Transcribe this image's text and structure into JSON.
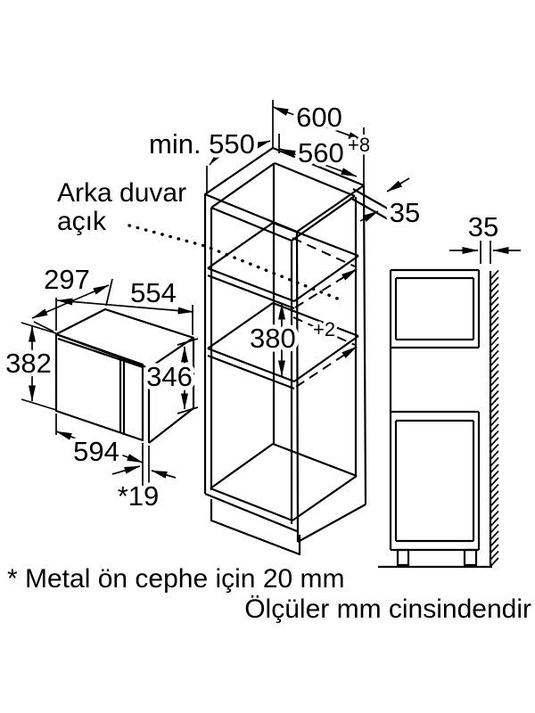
{
  "notes": {
    "back_wall_1": "Arka duvar",
    "back_wall_2": "açık",
    "footnote": "* Metal ön cephe için 20 mm",
    "units": "Ölçüler mm cinsindendir"
  },
  "dims": {
    "cabinet_width": "600",
    "cabinet_depth": "min. 550",
    "niche_width": "560",
    "niche_width_tol": "+8",
    "top_rear_gap": "35",
    "wall_gap": "35",
    "niche_height": "380",
    "niche_height_tol": "+2",
    "mw_depth": "297",
    "mw_body_width": "554",
    "mw_height": "382",
    "mw_body_height": "346",
    "mw_front_width": "594",
    "mw_door_depth": "*19"
  },
  "colors": {
    "ink": "#000000",
    "bg": "#ffffff"
  }
}
